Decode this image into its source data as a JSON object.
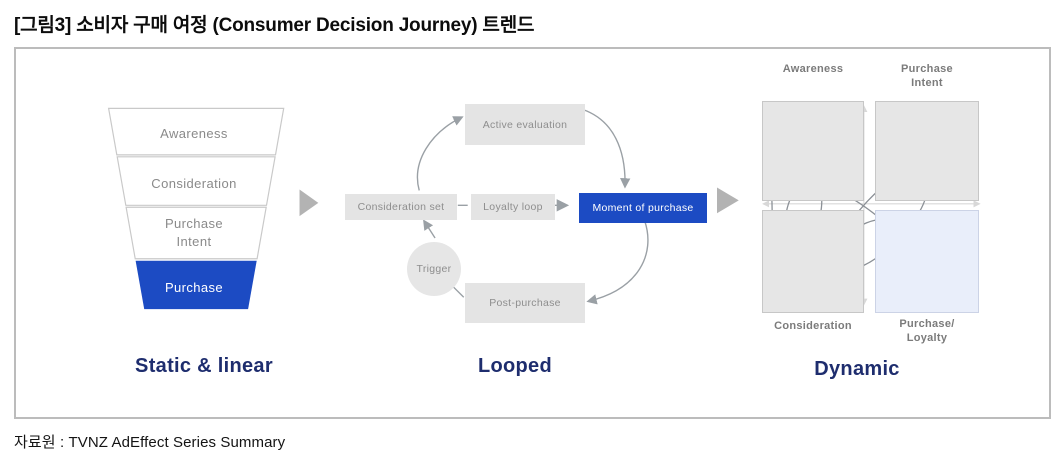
{
  "figure": {
    "title": "[그림3] 소비자 구매 여정 (Consumer Decision Journey) 트렌드",
    "source": "자료원 : TVNZ AdEffect Series Summary"
  },
  "colors": {
    "accent_blue": "#1c4bc3",
    "caption_navy": "#1e2d6e",
    "node_gray": "#e4e4e4",
    "quadrant_light_blue": "#e9eefa",
    "arrow_gray": "#9aa0a5"
  },
  "funnel": {
    "caption": "Static & linear",
    "stages": [
      {
        "label": "Awareness",
        "highlighted": false
      },
      {
        "label": "Consideration",
        "highlighted": false
      },
      {
        "label": "Purchase Intent",
        "highlighted": false
      },
      {
        "label": "Purchase",
        "highlighted": true
      }
    ]
  },
  "loop": {
    "caption": "Looped",
    "nodes": {
      "active_evaluation": "Active evaluation",
      "consideration_set": "Consideration set",
      "loyalty_loop": "Loyalty loop",
      "moment_of_purchase": "Moment of purchase",
      "trigger": "Trigger",
      "post_purchase": "Post-purchase"
    }
  },
  "quadrant": {
    "caption": "Dynamic",
    "labels": {
      "top_left": "Awareness",
      "top_right": "Purchase Intent",
      "bottom_left": "Consideration",
      "bottom_right": "Purchase/ Loyalty"
    }
  }
}
